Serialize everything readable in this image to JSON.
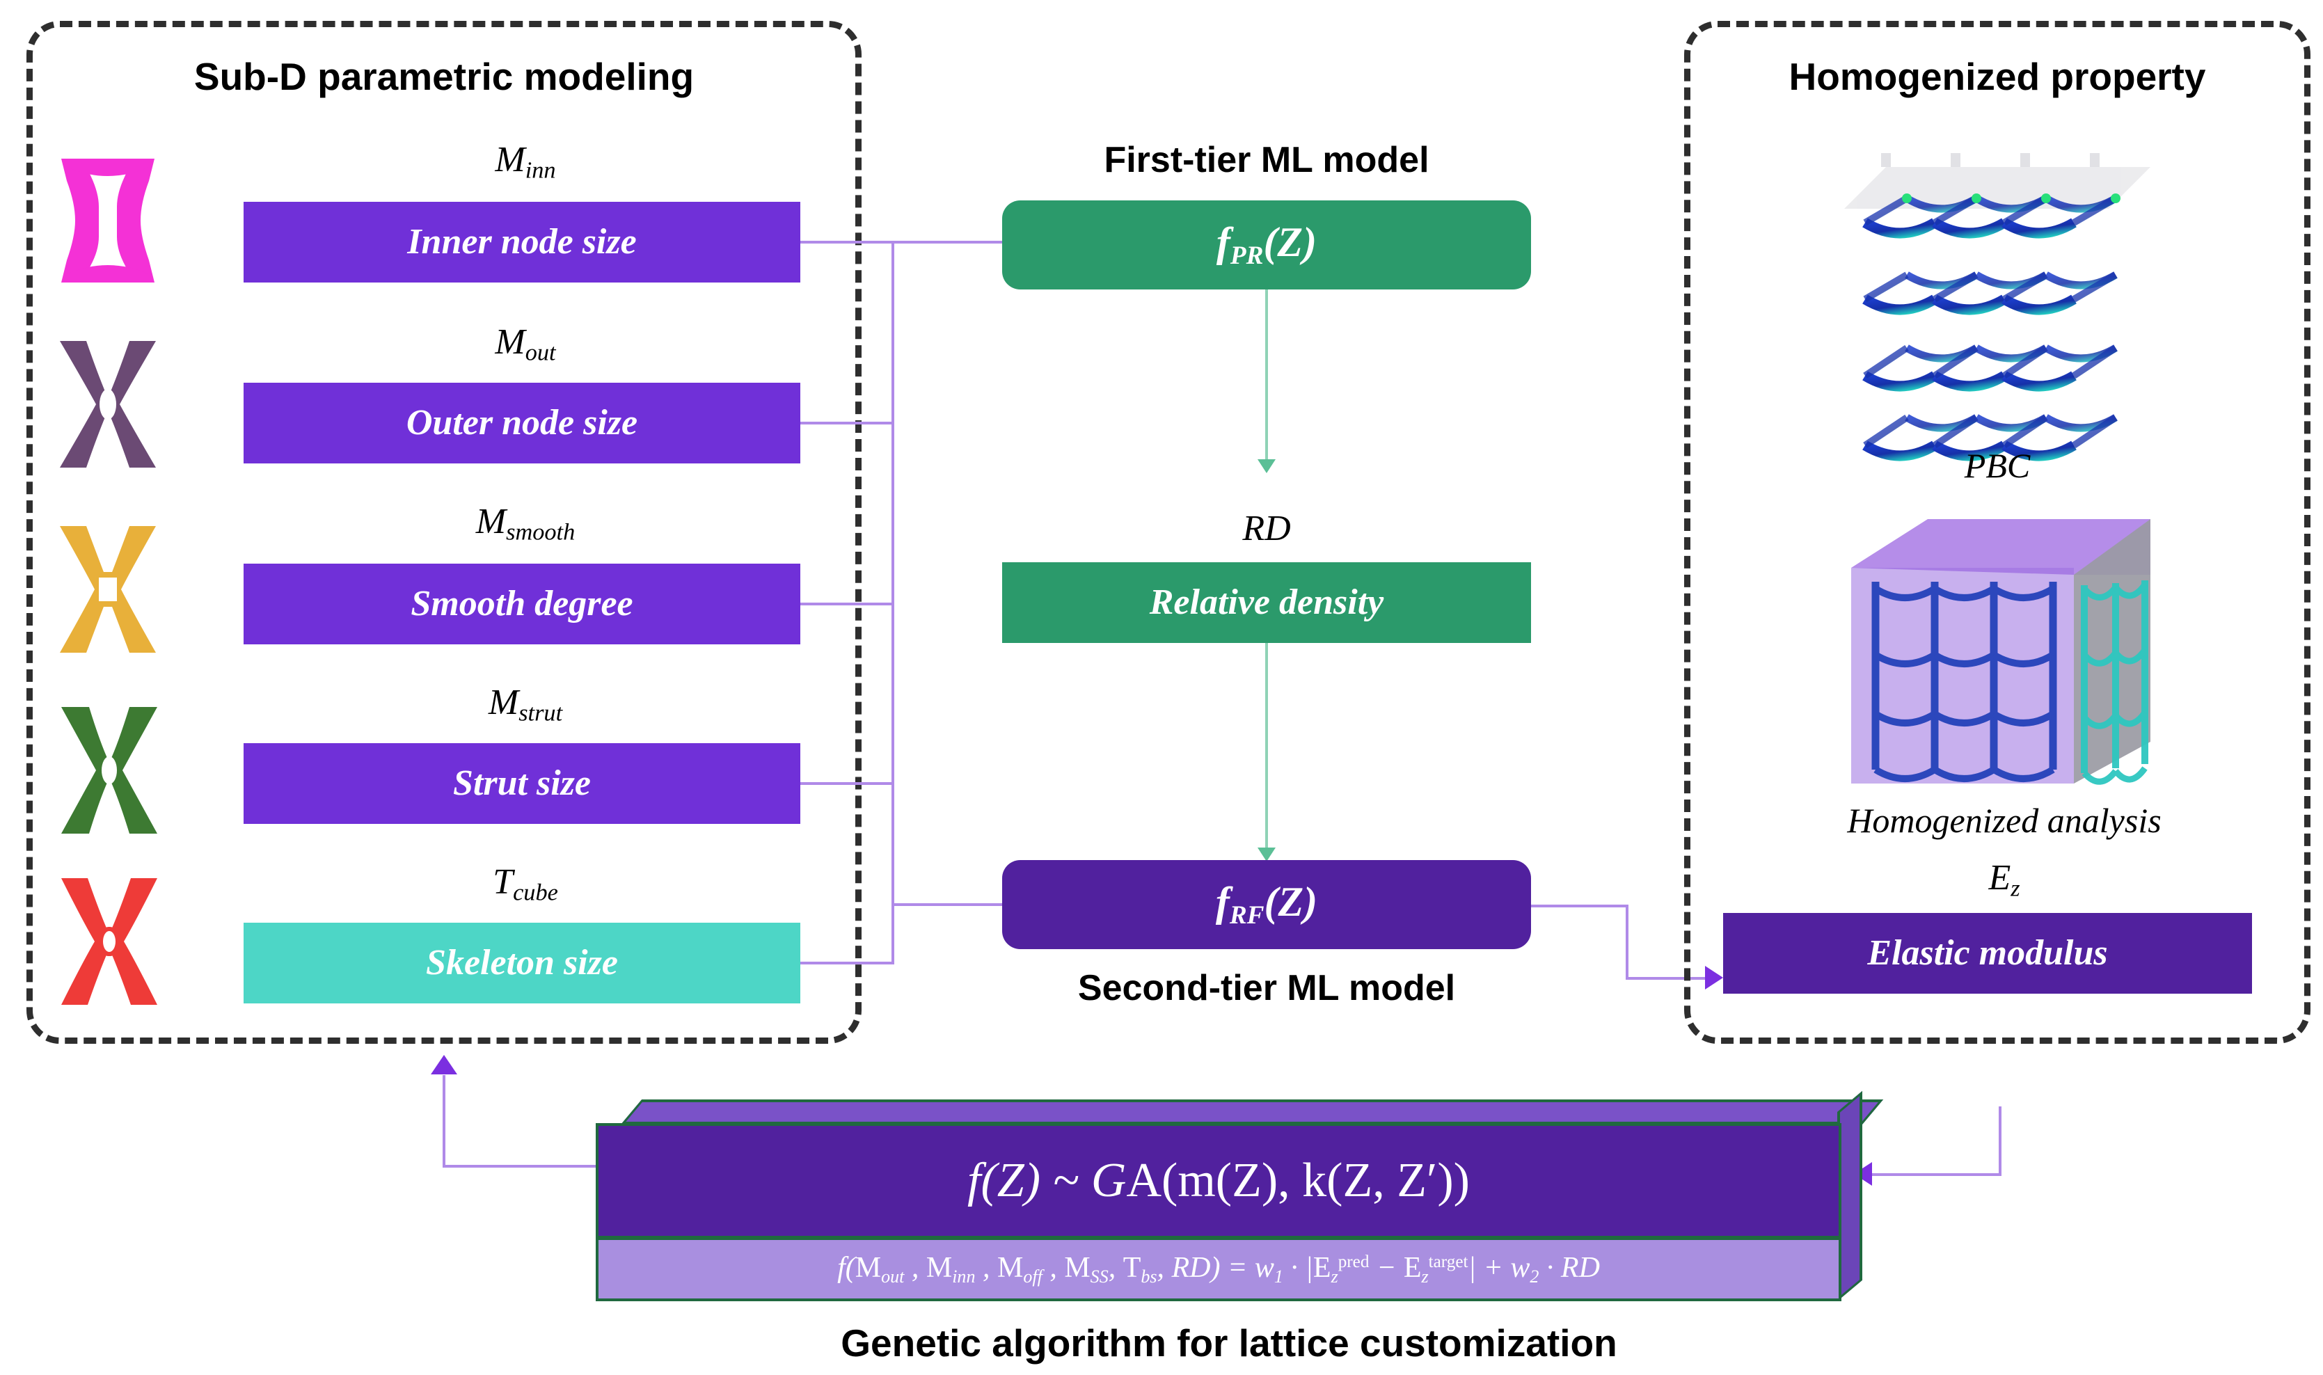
{
  "panels": {
    "left": {
      "title": "Sub-D parametric modeling"
    },
    "right": {
      "title": "Homogenized property"
    }
  },
  "parameters": [
    {
      "symbol_base": "M",
      "symbol_sub": "inn",
      "label": "Inner node size",
      "color": "#7030d8",
      "thumb_color": "#f431d6"
    },
    {
      "symbol_base": "M",
      "symbol_sub": "out",
      "label": "Outer node size",
      "color": "#7030d8",
      "thumb_color": "#6b4a74"
    },
    {
      "symbol_base": "M",
      "symbol_sub": "smooth",
      "label": "Smooth degree",
      "color": "#7030d8",
      "thumb_color": "#e8b03a"
    },
    {
      "symbol_base": "M",
      "symbol_sub": "strut",
      "label": "Strut size",
      "color": "#7030d8",
      "thumb_color": "#3d7a32"
    },
    {
      "symbol_base": "T",
      "symbol_sub": "cube",
      "label": "Skeleton size",
      "color": "#4dd6c6",
      "thumb_color": "#ee3b38"
    }
  ],
  "middle": {
    "first_tier_title": "First-tier ML model",
    "first_tier_fn_base": "f",
    "first_tier_fn_sub": "PR",
    "first_tier_fn_arg": "(Z)",
    "rd_symbol": "RD",
    "rd_label": "Relative density",
    "second_tier_fn_base": "f",
    "second_tier_fn_sub": "RF",
    "second_tier_fn_arg": "(Z)",
    "second_tier_title": "Second-tier ML model",
    "green_color": "#2b9a6b",
    "dark_purple_color": "#51219e"
  },
  "right": {
    "pbc_caption": "PBC",
    "homogenized_caption": "Homogenized analysis",
    "ez_base": "E",
    "ez_sub": "z",
    "elastic_modulus_label": "Elastic modulus"
  },
  "ga": {
    "main_formula_parts": {
      "lhs": "f(Z) ~ G",
      "rhs": "A(m(Z), k(Z, Z′))"
    },
    "main_formula_text": "f(Z) ~ GA(m(Z), k(Z, Z′))",
    "sub_formula_text": "f(M_out , M_inn , M_off , M_SS, T_bs, RD) = w_1 · |E_z^pred − E_z^target| + w_2 · RD",
    "caption": "Genetic algorithm for lattice customization",
    "box_color": "#51219e",
    "sub_box_color": "#a98fe0",
    "edge_color": "#20693f"
  },
  "colors": {
    "connector": "#b08ae8",
    "arrow": "#7b2fe0",
    "green_connector": "#8fd3b6",
    "dash_border": "#2e2e2e"
  }
}
